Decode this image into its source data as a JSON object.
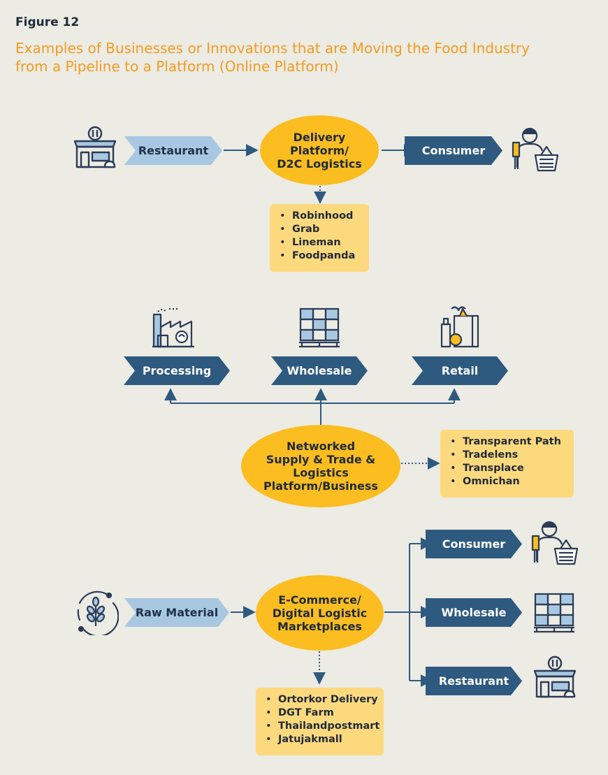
{
  "figure_label": "Figure 12",
  "title_lines": [
    "Examples of Businesses or Innovations that are Moving the Food Industry",
    "from a Pipeline to a Platform (Online Platform)"
  ],
  "colors": {
    "background": "#ecebe4",
    "title_orange": "#f29c1f",
    "oval_yellow": "#fbbd1f",
    "note_yellow": "#fdd97d",
    "light_blue": "#a8c8e1",
    "dark_blue": "#2e5a80",
    "icon_navy": "#2b3b55"
  },
  "section1": {
    "source": "Restaurant",
    "platform_lines": [
      "Delivery",
      "Platform/",
      "D2C Logistics"
    ],
    "target": "Consumer",
    "examples": [
      "Robinhood",
      "Grab",
      "Lineman",
      "Foodpanda"
    ],
    "icons": [
      "restaurant-icon",
      "consumer-icon"
    ]
  },
  "section2": {
    "stages": [
      "Processing",
      "Wholesale",
      "Retail"
    ],
    "platform_lines": [
      "Networked",
      "Supply & Trade &",
      "Logistics",
      "Platform/Business"
    ],
    "examples": [
      "Transparent Path",
      "Tradelens",
      "Transplace",
      "Omnichan"
    ],
    "icons": [
      "factory-icon",
      "warehouse-pallet-icon",
      "grocery-bag-icon"
    ]
  },
  "section3": {
    "source": "Raw Material",
    "platform_lines": [
      "E-Commerce/",
      "Digital Logistic",
      "Marketplaces"
    ],
    "targets": [
      "Consumer",
      "Wholesale",
      "Restaurant"
    ],
    "examples": [
      "Ortorkor Delivery",
      "DGT Farm",
      "Thailandpostmart",
      "Jatujakmall"
    ],
    "icons": [
      "grain-sprout-icon",
      "consumer-icon",
      "warehouse-pallet-icon",
      "restaurant-icon"
    ]
  }
}
